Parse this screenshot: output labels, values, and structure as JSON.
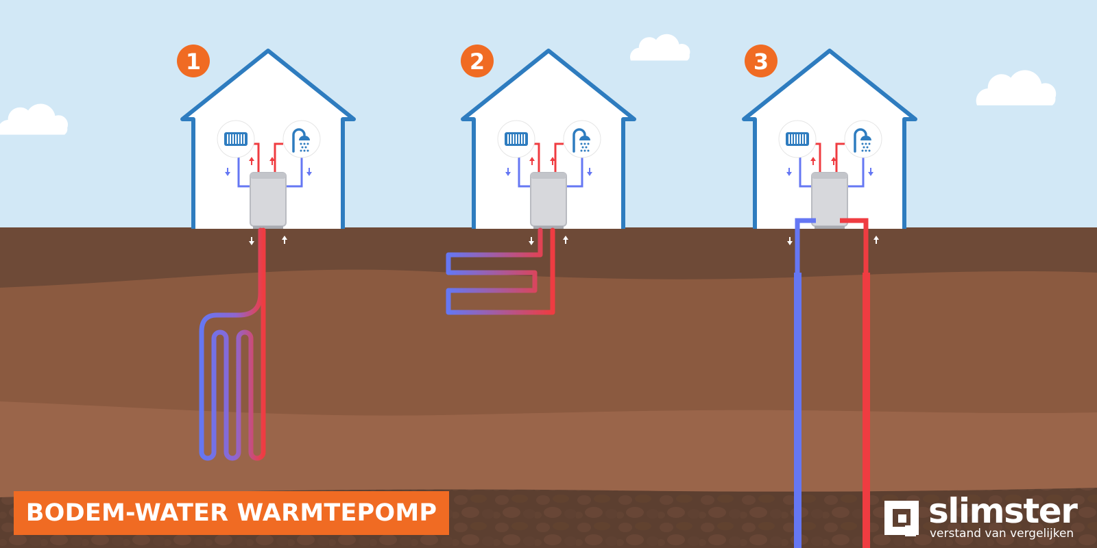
{
  "title": "BODEM-WATER WARMTEPOMP",
  "brand": {
    "name": "slimster",
    "tagline": "verstand van vergelijken"
  },
  "systems": [
    {
      "number": "1",
      "collector": "vertical-loop-icon"
    },
    {
      "number": "2",
      "collector": "horizontal-loop-icon"
    },
    {
      "number": "3",
      "collector": "open-well-icon"
    }
  ],
  "colors": {
    "sky": "#d2e8f6",
    "cold_pipe": "#6577f3",
    "hot_pipe": "#ef3c41",
    "accent": "#f06b23",
    "house_outline": "#2e7cbf",
    "soil_top": "#6e4a37",
    "soil_mid": "#8b5a40",
    "soil_low": "#9a654a",
    "soil_bottom": "#5c3f30"
  },
  "icons": [
    "radiator-icon",
    "shower-icon",
    "heat-pump-unit-icon",
    "arrow-up-icon",
    "arrow-down-icon",
    "cloud-icon"
  ]
}
